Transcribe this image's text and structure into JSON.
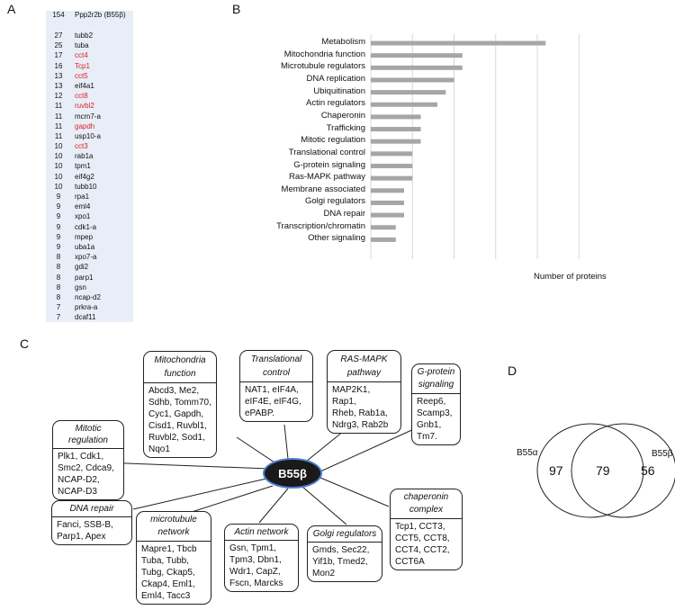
{
  "panels": {
    "a": "A",
    "b": "B",
    "c": "C",
    "d": "D"
  },
  "table_a": {
    "first": {
      "n": "154",
      "gene": "Ppp2r2b (B55β)"
    },
    "rows": [
      {
        "n": "27",
        "gene": "tubb2",
        "red": false
      },
      {
        "n": "25",
        "gene": "tuba",
        "red": false
      },
      {
        "n": "17",
        "gene": "cct4",
        "red": true
      },
      {
        "n": "16",
        "gene": "Tcp1",
        "red": true
      },
      {
        "n": "13",
        "gene": "cct5",
        "red": true
      },
      {
        "n": "13",
        "gene": "eif4a1",
        "red": false
      },
      {
        "n": "12",
        "gene": "cct8",
        "red": true
      },
      {
        "n": "11",
        "gene": "ruvbl2",
        "red": true
      },
      {
        "n": "11",
        "gene": "mcm7-a",
        "red": false
      },
      {
        "n": "11",
        "gene": "gapdh",
        "red": true
      },
      {
        "n": "11",
        "gene": "usp10-a",
        "red": false
      },
      {
        "n": "10",
        "gene": "cct3",
        "red": true
      },
      {
        "n": "10",
        "gene": "rab1a",
        "red": false
      },
      {
        "n": "10",
        "gene": "tpm1",
        "red": false
      },
      {
        "n": "10",
        "gene": "eif4g2",
        "red": false
      },
      {
        "n": "10",
        "gene": "tubb10",
        "red": false
      },
      {
        "n": "9",
        "gene": "rpa1",
        "red": false
      },
      {
        "n": "9",
        "gene": "eml4",
        "red": false
      },
      {
        "n": "9",
        "gene": "xpo1",
        "red": false
      },
      {
        "n": "9",
        "gene": "cdk1-a",
        "red": false
      },
      {
        "n": "9",
        "gene": "mpep",
        "red": false
      },
      {
        "n": "9",
        "gene": "uba1a",
        "red": false
      },
      {
        "n": "8",
        "gene": "xpo7-a",
        "red": false
      },
      {
        "n": "8",
        "gene": "gdi2",
        "red": false
      },
      {
        "n": "8",
        "gene": "parp1",
        "red": false
      },
      {
        "n": "8",
        "gene": "gsn",
        "red": false
      },
      {
        "n": "8",
        "gene": "ncap-d2",
        "red": false
      },
      {
        "n": "7",
        "gene": "prkra-a",
        "red": false
      },
      {
        "n": "7",
        "gene": "dcaf11",
        "red": false
      }
    ]
  },
  "chart_data": {
    "type": "bar",
    "orientation": "horizontal",
    "categories": [
      "Metabolism",
      "Mitochondria function",
      "Microtubule regulators",
      "DNA replication",
      "Ubiquitination",
      "Actin regulators",
      "Chaperonin",
      "Trafficking",
      "Mitotic regulation",
      "Translational control",
      "G-protein signaling",
      "Ras-MAPK pathway",
      "Membrane associated",
      "Golgi regulators",
      "DNA repair",
      "Transcription/chromatin",
      "Other signaling"
    ],
    "values": [
      21,
      11,
      11,
      10,
      9,
      8,
      6,
      6,
      6,
      5,
      5,
      5,
      4,
      4,
      4,
      3,
      3
    ],
    "xlabel": "Number of proteins",
    "xlim": [
      0,
      25
    ],
    "grid": true,
    "bar_color": "#a6a6a6"
  },
  "network": {
    "hub": "B55β",
    "boxes": [
      {
        "title": "Mitotic regulation",
        "genes": [
          "Plk1, Cdk1,",
          "Smc2, Cdca9,",
          "NCAP-D2,",
          "NCAP-D3"
        ]
      },
      {
        "title": "Mitochondria function",
        "genes": [
          "Abcd3, Me2,",
          "Sdhb, Tomm70,",
          "Cyc1, Gapdh,",
          "Cisd1, Ruvbl1,",
          "Ruvbl2, Sod1,",
          "Nqo1"
        ]
      },
      {
        "title": "Translational control",
        "genes": [
          "NAT1, eIF4A,",
          "eIF4E, eIF4G,",
          "ePABP."
        ]
      },
      {
        "title": "RAS-MAPK pathway",
        "genes": [
          "MAP2K1, Rap1,",
          "Rheb, Rab1a,",
          "Ndrg3, Rab2b"
        ]
      },
      {
        "title": "G-protein signaling",
        "genes": [
          "Reep6,",
          "Scamp3,",
          "Gnb1,",
          "Tm7."
        ]
      },
      {
        "title": "DNA repair",
        "genes": [
          "Fanci, SSB-B,",
          "Parp1, Apex"
        ]
      },
      {
        "title": "microtubule network",
        "genes": [
          "Mapre1, Tbcb",
          "Tuba, Tubb,",
          "Tubg, Ckap5,",
          "Ckap4, Eml1,",
          "Eml4, Tacc3"
        ]
      },
      {
        "title": "Actin network",
        "genes": [
          "Gsn, Tpm1,",
          "Tpm3, Dbn1,",
          "Wdr1, CapZ,",
          "Fscn, Marcks"
        ]
      },
      {
        "title": "Golgi regulators",
        "genes": [
          "Gmds, Sec22,",
          "Yif1b, Tmed2,",
          "Mon2"
        ]
      },
      {
        "title": "chaperonin complex",
        "genes": [
          "Tcp1, CCT3,",
          "CCT5, CCT8,",
          "CCT4, CCT2,",
          "CCT6A"
        ]
      }
    ]
  },
  "venn": {
    "left_label": "B55α",
    "right_label": "B55β",
    "left_only": "97",
    "overlap": "79",
    "right_only": "56"
  }
}
